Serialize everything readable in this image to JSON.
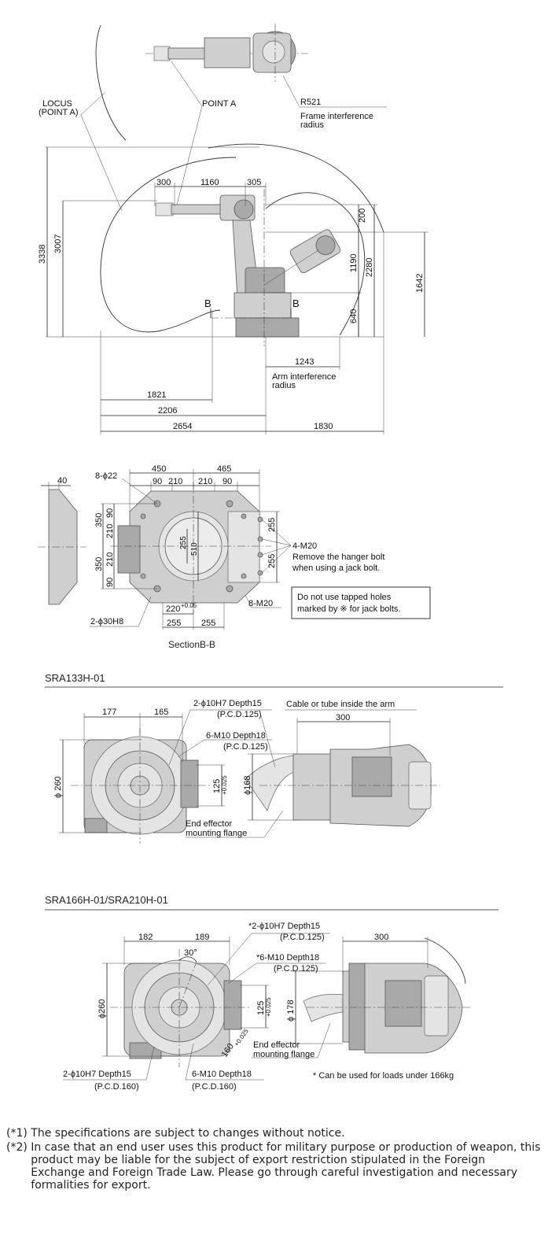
{
  "top_view": {
    "locus_label_1": "LOCUS",
    "locus_label_2": "(POINT A)",
    "point_a": "POINT A",
    "r521": "R521",
    "frame_radius_1": "Frame interference",
    "frame_radius_2": "radius",
    "d300": "300",
    "d1160": "1160",
    "d305": "305",
    "d200": "200",
    "d3338": "3338",
    "d3007": "3007",
    "d1190": "1190",
    "d2280": "2280",
    "d1642": "1642",
    "d640": "640",
    "b_left": "B",
    "b_right": "B",
    "d1243": "1243",
    "arm_radius_1": "Arm interference",
    "arm_radius_2": "radius",
    "d1821": "1821",
    "d2206": "2206",
    "d2654": "2654",
    "d1830": "1830"
  },
  "section_bb": {
    "d40": "40",
    "holes_8_22": "8-ϕ22",
    "d450": "450",
    "d465": "465",
    "d90a": "90",
    "d210a": "210",
    "d210b": "210",
    "d90b": "90",
    "d350a": "350",
    "d90c": "90",
    "d210c": "210",
    "d350b": "350",
    "d210d": "210",
    "d90d": "90",
    "d255c": "255",
    "d510": "510",
    "d255r1": "255",
    "d255r2": "255",
    "m20_4": "4-M20",
    "hanger_note_1": "Remove the hanger bolt",
    "hanger_note_2": "when using a jack bolt.",
    "jack_box_1": "Do not use tapped holes",
    "jack_box_2": "marked by ※ for jack bolts.",
    "m20_8": "8-M20",
    "d220": "220",
    "d220_tol": "+0.05",
    "d255l": "255",
    "d255rr": "255",
    "holes_2_30": "2-ϕ30H8",
    "caption": "SectionB-B"
  },
  "sra133": {
    "title": "SRA133H-01",
    "d177": "177",
    "d165": "165",
    "pin_holes_1": "2-ϕ10H7 Depth15",
    "pin_holes_2": "(P.C.D.125)",
    "cable_note": "Cable or tube inside the arm",
    "d300": "300",
    "tap_holes_1": "6-M10 Depth18",
    "tap_holes_2": "(P.C.D.125)",
    "d260": "ϕ 260",
    "d125": "125",
    "d125_tol": "+0.025",
    "d168": "ϕ168",
    "flange_1": "End effector",
    "flange_2": "mounting flange"
  },
  "sra166": {
    "title": "SRA166H-01/SRA210H-01",
    "d182": "182",
    "d189": "189",
    "angle30": "30°",
    "pin_holes_1": "*2-ϕ10H7 Depth15",
    "pin_holes_2": "(P.C.D.125)",
    "d300": "300",
    "tap_holes_1": "*6-M10 Depth18",
    "tap_holes_2": "(P.C.D.125)",
    "d260": "ϕ260",
    "d125": "125",
    "d125_tol": "+0.025",
    "d178": "ϕ 178",
    "d160": "160",
    "d160_tol": "+0.025",
    "flange_1": "End effector",
    "flange_2": "mounting flange",
    "pin160_1": "2-ϕ10H7 Depth15",
    "pin160_2": "(P.C.D.160)",
    "tap160_1": "6-M10 Depth18",
    "tap160_2": "(P.C.D.160)",
    "load_note": "* Can be used for loads under 166kg"
  },
  "notes": [
    {
      "mark": "(*1) ",
      "text": "The specifications are subject to changes without notice."
    },
    {
      "mark": "(*2) ",
      "text": "In case that an end user uses this product for military purpose or production of weapon, this product may be liable for the subject of export restriction stipulated in the Foreign Exchange and Foreign Trade Law. Please go through careful investigation and necessary formalities for export."
    }
  ]
}
